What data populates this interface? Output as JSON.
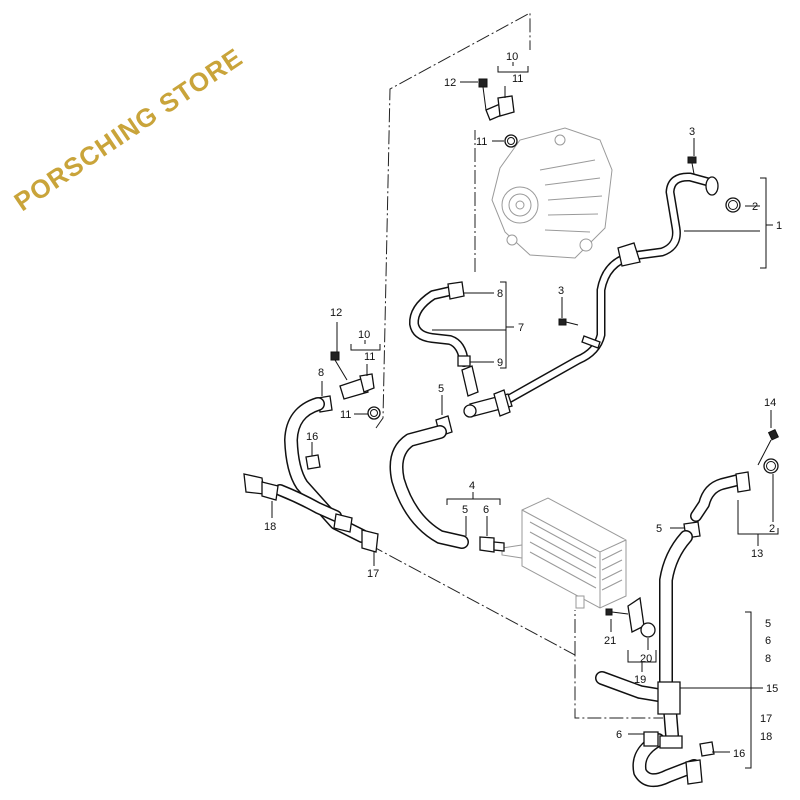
{
  "watermark": "PORSCHING STORE",
  "callouts": {
    "c1": "1",
    "c2a": "2",
    "c2b": "2",
    "c3a": "3",
    "c3b": "3",
    "c4": "4",
    "c5a": "5",
    "c5b": "5",
    "c5c": "5",
    "c5d": "5",
    "c6a": "6",
    "c6b": "6",
    "c6c": "6",
    "c7": "7",
    "c8a": "8",
    "c8b": "8",
    "c8c": "8",
    "c9": "9",
    "c10a": "10",
    "c10b": "10",
    "c11a": "11",
    "c11b": "11",
    "c11c": "11",
    "c11d": "11",
    "c12a": "12",
    "c12b": "12",
    "c13": "13",
    "c14": "14",
    "c15": "15",
    "c16a": "16",
    "c16b": "16",
    "c17a": "17",
    "c17b": "17",
    "c18a": "18",
    "c18b": "18",
    "c19": "19",
    "c20": "20",
    "c21": "21"
  }
}
